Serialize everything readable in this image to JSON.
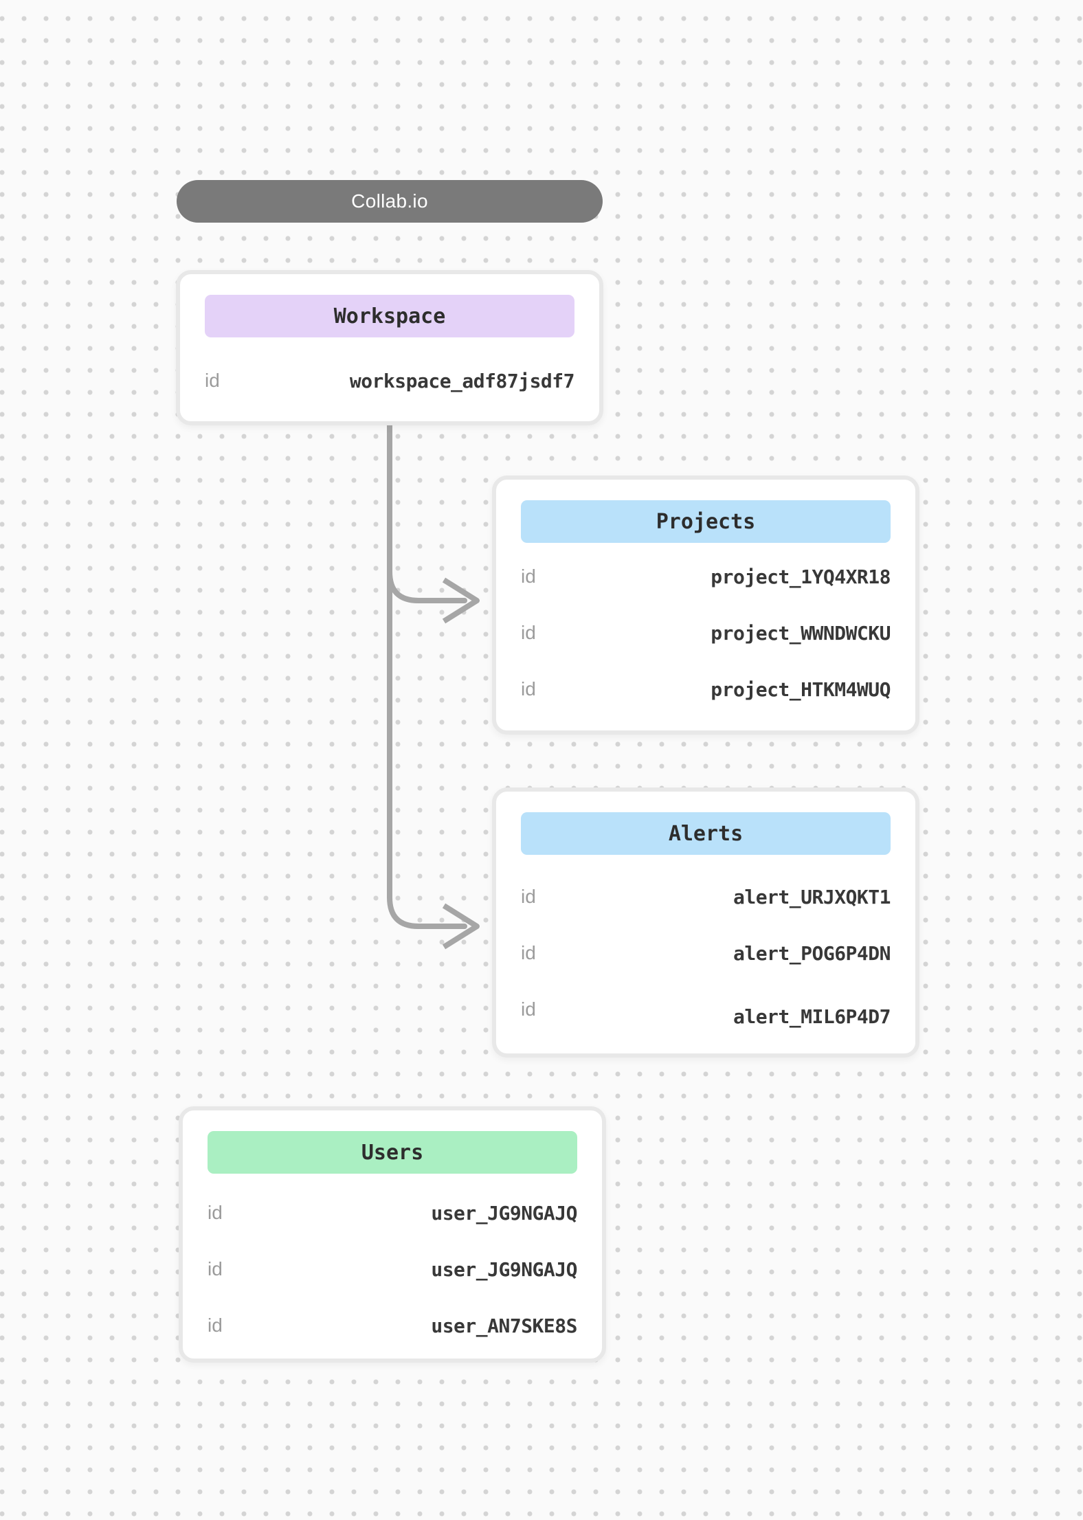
{
  "app": {
    "title": "Collab.io"
  },
  "colors": {
    "background": "#fafafa",
    "dot_grid": "#d4d4d4",
    "pill_background": "#7a7a7a",
    "card_border": "#e8e8e8",
    "workspace_header": "#e4d2f8",
    "projects_header": "#b9e1fa",
    "alerts_header": "#b9e1fa",
    "users_header": "#aaefc2",
    "connector": "#a6a6a6",
    "label_text": "#9b9b9b",
    "value_text": "#383838"
  },
  "nodes": [
    {
      "title": "Workspace",
      "rows": [
        {
          "label": "id",
          "value": "workspace_adf87jsdf7"
        }
      ]
    },
    {
      "title": "Projects",
      "rows": [
        {
          "label": "id",
          "value": "project_1YQ4XR18"
        },
        {
          "label": "id",
          "value": "project_WWNDWCKU"
        },
        {
          "label": "id",
          "value": "project_HTKM4WUQ"
        }
      ]
    },
    {
      "title": "Alerts",
      "rows": [
        {
          "label": "id",
          "value": "alert_URJXQKT1"
        },
        {
          "label": "id",
          "value": "alert_POG6P4DN"
        },
        {
          "label": "id",
          "value": "alert_MIL6P4D7"
        }
      ]
    },
    {
      "title": "Users",
      "rows": [
        {
          "label": "id",
          "value": "user_JG9NGAJQ"
        },
        {
          "label": "id",
          "value": "user_JG9NGAJQ"
        },
        {
          "label": "id",
          "value": "user_AN7SKE8S"
        }
      ]
    }
  ],
  "connections": [
    {
      "from": "Workspace",
      "to": "Projects"
    },
    {
      "from": "Workspace",
      "to": "Alerts"
    }
  ]
}
